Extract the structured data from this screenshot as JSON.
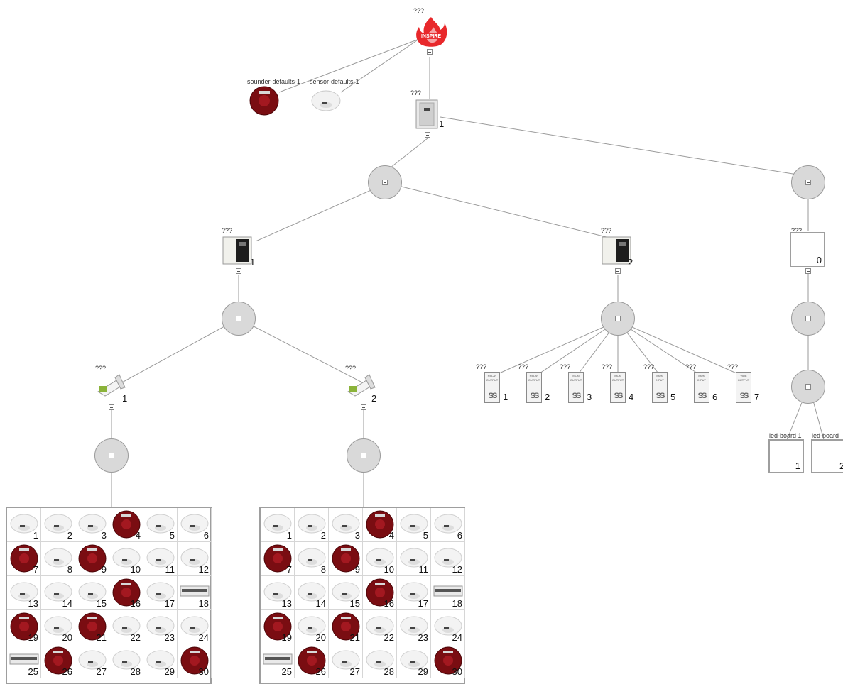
{
  "unknown_label": "???",
  "root": {
    "name": "flame-logo",
    "logo_text": "INSPIRE"
  },
  "defaults": [
    {
      "label": "sounder-defaults-1",
      "type": "sounder"
    },
    {
      "label": "sensor-defaults-1",
      "type": "sensor"
    }
  ],
  "panel": {
    "number": "1"
  },
  "loop_controllers": [
    {
      "number": "1"
    },
    {
      "number": "2"
    }
  ],
  "empty_box": {
    "number": "0"
  },
  "loop_modules": [
    {
      "number": "1"
    },
    {
      "number": "2"
    }
  ],
  "io_modules": [
    {
      "number": "1",
      "top_text": "RELAY OUTPUT",
      "symbol": "SS"
    },
    {
      "number": "2",
      "top_text": "RELAY OUTPUT",
      "symbol": "SS"
    },
    {
      "number": "3",
      "top_text": "MON OUTPUT",
      "symbol": "SS"
    },
    {
      "number": "4",
      "top_text": "MON OUTPUT",
      "symbol": "SS"
    },
    {
      "number": "5",
      "top_text": "MON INPUT",
      "symbol": "SS"
    },
    {
      "number": "6",
      "top_text": "MON INPUT",
      "symbol": "SS"
    },
    {
      "number": "7",
      "top_text": "VIDE OUTPUT",
      "symbol": "SS"
    }
  ],
  "led_boards": [
    {
      "label": "led-board 1",
      "number": "1"
    },
    {
      "label": "led-board",
      "number": "2"
    }
  ],
  "device_grids": [
    {
      "devices": [
        {
          "n": "1",
          "t": "sensor"
        },
        {
          "n": "2",
          "t": "sensor"
        },
        {
          "n": "3",
          "t": "sensor"
        },
        {
          "n": "4",
          "t": "sounder"
        },
        {
          "n": "5",
          "t": "sensor"
        },
        {
          "n": "6",
          "t": "sensor"
        },
        {
          "n": "7",
          "t": "sounder"
        },
        {
          "n": "8",
          "t": "sensor"
        },
        {
          "n": "9",
          "t": "sounder"
        },
        {
          "n": "10",
          "t": "sensor"
        },
        {
          "n": "11",
          "t": "sensor"
        },
        {
          "n": "12",
          "t": "sensor"
        },
        {
          "n": "13",
          "t": "sensor"
        },
        {
          "n": "14",
          "t": "sensor"
        },
        {
          "n": "15",
          "t": "sensor"
        },
        {
          "n": "16",
          "t": "sounder"
        },
        {
          "n": "17",
          "t": "sensor"
        },
        {
          "n": "18",
          "t": "beam"
        },
        {
          "n": "19",
          "t": "sounder"
        },
        {
          "n": "20",
          "t": "sensor"
        },
        {
          "n": "21",
          "t": "sounder"
        },
        {
          "n": "22",
          "t": "sensor"
        },
        {
          "n": "23",
          "t": "sensor"
        },
        {
          "n": "24",
          "t": "sensor"
        },
        {
          "n": "25",
          "t": "beam"
        },
        {
          "n": "26",
          "t": "sounder"
        },
        {
          "n": "27",
          "t": "sensor"
        },
        {
          "n": "28",
          "t": "sensor"
        },
        {
          "n": "29",
          "t": "sensor"
        },
        {
          "n": "30",
          "t": "sounder"
        }
      ]
    },
    {
      "devices": [
        {
          "n": "1",
          "t": "sensor"
        },
        {
          "n": "2",
          "t": "sensor"
        },
        {
          "n": "3",
          "t": "sensor"
        },
        {
          "n": "4",
          "t": "sounder"
        },
        {
          "n": "5",
          "t": "sensor"
        },
        {
          "n": "6",
          "t": "sensor"
        },
        {
          "n": "7",
          "t": "sounder"
        },
        {
          "n": "8",
          "t": "sensor"
        },
        {
          "n": "9",
          "t": "sounder"
        },
        {
          "n": "10",
          "t": "sensor"
        },
        {
          "n": "11",
          "t": "sensor"
        },
        {
          "n": "12",
          "t": "sensor"
        },
        {
          "n": "13",
          "t": "sensor"
        },
        {
          "n": "14",
          "t": "sensor"
        },
        {
          "n": "15",
          "t": "sensor"
        },
        {
          "n": "16",
          "t": "sounder"
        },
        {
          "n": "17",
          "t": "sensor"
        },
        {
          "n": "18",
          "t": "beam"
        },
        {
          "n": "19",
          "t": "sounder"
        },
        {
          "n": "20",
          "t": "sensor"
        },
        {
          "n": "21",
          "t": "sounder"
        },
        {
          "n": "22",
          "t": "sensor"
        },
        {
          "n": "23",
          "t": "sensor"
        },
        {
          "n": "24",
          "t": "sensor"
        },
        {
          "n": "25",
          "t": "beam"
        },
        {
          "n": "26",
          "t": "sounder"
        },
        {
          "n": "27",
          "t": "sensor"
        },
        {
          "n": "28",
          "t": "sensor"
        },
        {
          "n": "29",
          "t": "sensor"
        },
        {
          "n": "30",
          "t": "sounder"
        }
      ]
    }
  ],
  "colors": {
    "edge": "#9a9a9a",
    "circle": "#d9d9d9",
    "sounder": "#7a0d12",
    "flame": "#e8282b"
  }
}
